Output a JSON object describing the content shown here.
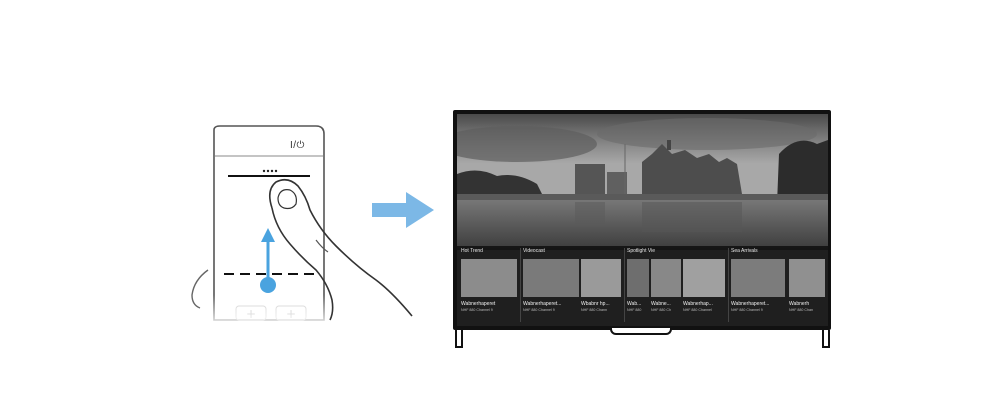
{
  "remote": {
    "power_label": "I/⏻"
  },
  "tv": {
    "categories": [
      {
        "title": "Hot Trend",
        "items": [
          {
            "caption": "Wabnerhaperet",
            "sub": "NHF 880 Channel 9"
          }
        ]
      },
      {
        "title": "Videocast",
        "items": [
          {
            "caption": "Wabnerhaperet...",
            "sub": "NHF 880 Channel 9"
          },
          {
            "caption": "Wbabnr hp...",
            "sub": "NHF 880 Chann"
          }
        ]
      },
      {
        "title": "Spotlight Vie",
        "items": [
          {
            "caption": "Wab...",
            "sub": "NHF 880"
          },
          {
            "caption": "Wabne...",
            "sub": "NHF 880 Ch"
          },
          {
            "caption": "Wabnerhap...",
            "sub": "NHF 880 Channel"
          }
        ]
      },
      {
        "title": "Sea Arrivals",
        "items": [
          {
            "caption": "Wabnerhaperet...",
            "sub": "NHF 880 Channel 9"
          },
          {
            "caption": "Wabnerh",
            "sub": "NHF 880 Chan"
          }
        ]
      }
    ]
  }
}
